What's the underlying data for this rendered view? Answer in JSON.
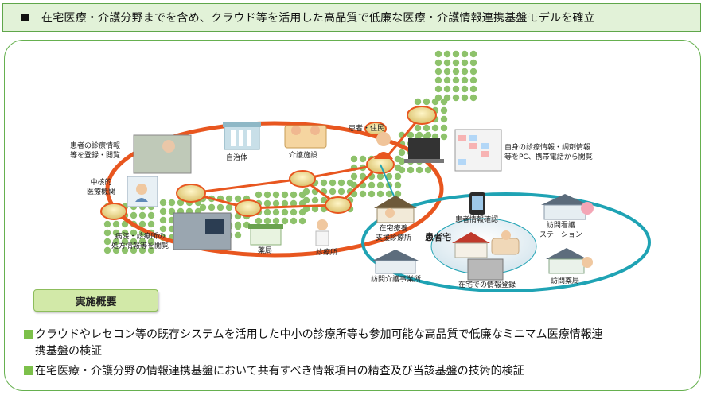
{
  "header": {
    "title": "在宅医療・介護分野までを含め、クラウド等を活用した高品質で低廉な医療・介護情報連携基盤モデルを確立"
  },
  "diagram": {
    "labels": {
      "clinic_registration": [
        "患者の診療情報",
        "等を登録・閲覧"
      ],
      "core_institution": [
        "中核的",
        "医療機関"
      ],
      "municipality": "自治体",
      "care_facility": "介護施設",
      "patient_resident": "患者・住民",
      "self_view": [
        "自身の診療情報・調剤情報",
        "等をPC、携帯電話から閲覧"
      ],
      "hospital_prescription": [
        "病院・診療所の",
        "処方情報等を閲覧"
      ],
      "pharmacy": "薬局",
      "clinic": "診療所",
      "home_support_clinic": [
        "在宅療養",
        "支援診療所"
      ],
      "patient_info_check": "患者情報確認",
      "visiting_nurse": [
        "訪問看護",
        "ステーション"
      ],
      "patient_home": "患者宅",
      "visiting_care_office": "訪問介護事業所",
      "home_info_registration": "在宅での情報登録",
      "visiting_pharmacy": "訪問薬局"
    }
  },
  "summary": {
    "title": "実施概要",
    "bullets": [
      [
        "クラウドやレセコン等の既存システムを活用した中小の診療所等も参加可能な高品質で低廉なミニマム医療情報連",
        "携基盤の検証"
      ],
      [
        "在宅医療・介護分野の情報連携基盤において共有すべき情報項目の精査及び当該基盤の技術的検証"
      ]
    ]
  },
  "colors": {
    "accent_green": "#7cc04a",
    "network_orange": "#e8561f",
    "home_ring_teal": "#1fa3b4"
  }
}
